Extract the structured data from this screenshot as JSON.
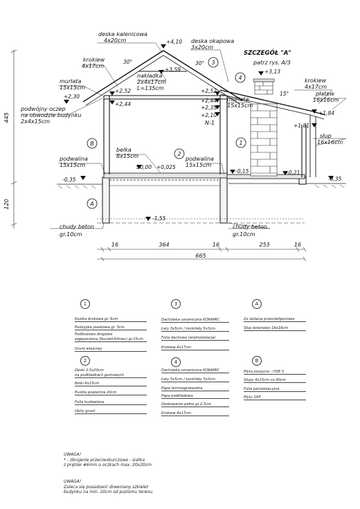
{
  "drawing": {
    "labels": {
      "deska_kalenicowa": "deska kalenicowa",
      "deska_kalenicowa_dim": "4x20cm",
      "deska_okapowa": "deska okapowa",
      "deska_okapowa_dim": "3x20cm",
      "krokiew_left": "krokiew",
      "krokiew_left_dim": "4x17cm",
      "krokiew_right": "krokiew",
      "krokiew_right_dim": "4x17cm",
      "murlata_left": "murłata",
      "murlata_left_dim": "15x15cm",
      "murlata_right": "murłata",
      "murlata_right_dim": "15x15cm",
      "nakladka": "nakładka",
      "nakladka_dim": "2x4x17cm",
      "nakladka_len": "L=135cm",
      "oczep": "podwójny oczep",
      "oczep_2": "na obwodzie budynku",
      "oczep_dim": "2x4x15cm",
      "belka": "belka",
      "belka_dim": "8x15cm",
      "podwalina_left": "podwalina",
      "podwalina_left_dim": "15x15cm",
      "podwalina_mid": "podwalina",
      "podwalina_mid_dim": "15x15cm",
      "platew": "płatew",
      "platew_dim": "16x16cm",
      "slup": "słup",
      "slup_dim": "16x16cm",
      "szczegol": "SZCZEGÓŁ \"A\"",
      "szczegol_ref": "patrz rys. A/3",
      "chudy_beton_left": "chudy beton",
      "chudy_beton_left_dim": "gr.10cm",
      "chudy_beton_right": "chudy beton",
      "chudy_beton_right_dim": "gr.10cm",
      "n1": "N-1"
    },
    "levels": {
      "peak": "+4,10",
      "l359": "+3,59",
      "l313": "+3,13",
      "l252a": "+2,52",
      "l244a": "+2,44",
      "l230": "+2,30",
      "l252b": "+2,52",
      "l244b": "+2,44",
      "l235": "+2,35",
      "l210": "+2,10",
      "l184": "+1,84",
      "l181": "+1,81",
      "floor0": "±0,00",
      "floor1": "+0,025",
      "m015": "-0,15",
      "m021": "-0,21",
      "m035l": "-0,35",
      "m035r": "-0,35",
      "m155": "-1,55"
    },
    "angles": {
      "a30a": "30°",
      "a30b": "30°",
      "a15": "15°"
    },
    "markers": {
      "c1": "1",
      "c2": "2",
      "c3": "3",
      "c4": "4",
      "lA": "A",
      "lB": "B"
    },
    "dims": {
      "h445": "445",
      "h120": "120",
      "w16a": "16",
      "w364": "364",
      "w16b": "16",
      "w253": "253",
      "w16c": "16",
      "total": "665"
    }
  },
  "legend": {
    "g1": {
      "num": "1",
      "rows": [
        "Kostka brukowa gr. 6cm",
        "Podsypka piaskowa gr. 5cm",
        "Podbudowa drogowa",
        "zagęszczona (tłuczeń/kliniec) gr.15cm",
        "Grunt właściwy"
      ]
    },
    "g2": {
      "num": "2",
      "rows": [
        "Deski 2,5x20cm",
        "na podkładkach gumowych",
        "Belki 8x15cm",
        "Pustka powietrza 20cm",
        "Folia budowlana",
        "Ubity grunt"
      ]
    },
    "g3": {
      "num": "3",
      "rows": [
        "Dachówka ceramiczna KORAMIC",
        "Łaty 5x5cm / kontrłaty 5x3cm",
        "Folia dachowa (wiatroizolacja)",
        "Krokiew 4x17cm"
      ]
    },
    "g4": {
      "num": "4",
      "rows": [
        "Dachówka ceramiczna KORAMIC",
        "Łaty 5x5cm / kontrłaty 5x3cm",
        "Papa termozgrzewalna",
        "Papa podkładowa",
        "Deskowanie pełne gr.2,5cm",
        "Krokiew 4x17cm"
      ]
    },
    "gA": {
      "num": "A",
      "rows": [
        "2x izolacja przeciwilgociowa",
        "Słup betonowy 16x16cm"
      ]
    },
    "gB": {
      "num": "B",
      "rows": [
        "Płyta poszycia - OSB 3",
        "Słupy 4x15cm co 40cm",
        "Folia paroizolacyjna",
        "Płyty GKF"
      ]
    }
  },
  "notes": {
    "uwaga1": "UWAGA!",
    "note1a": "* - zbrojenie przeciwskurczowe - siatka",
    "note1b": "z prętów #6mm o oczkach max. 20x20cm",
    "uwaga2": "UWAGA!",
    "note2a": "Zaleca się posadowić drewniany szkielet",
    "note2b": "budynku na min. 20cm od poziomu terenu."
  }
}
